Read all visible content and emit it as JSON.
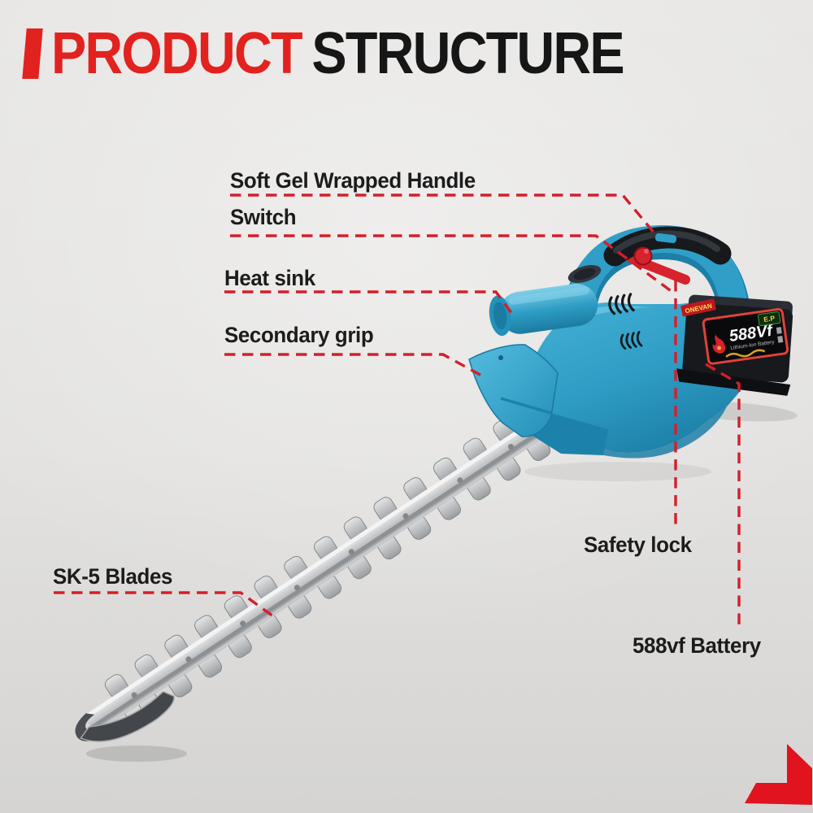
{
  "title": {
    "red_word": "PRODUCT",
    "black_word": "STRUCTURE"
  },
  "callouts": [
    {
      "id": "soft-gel-wrapped-handle",
      "label": "Soft Gel Wrapped Handle"
    },
    {
      "id": "switch",
      "label": "Switch"
    },
    {
      "id": "heat-sink",
      "label": "Heat sink"
    },
    {
      "id": "secondary-grip",
      "label": "Secondary grip"
    },
    {
      "id": "sk5-blades",
      "label": "SK-5 Blades"
    },
    {
      "id": "safety-lock",
      "label": "Safety lock"
    },
    {
      "id": "battery",
      "label": "588vf Battery"
    }
  ],
  "product": {
    "brand_sticker": "ONEVAN",
    "battery_label": {
      "voltage": "588Vf",
      "chemistry": "Lithium-Ion Battery",
      "badge": "E.P"
    }
  },
  "colors": {
    "accent_red": "#d2202b",
    "title_red": "#e2221f",
    "body_blue": "#2e9dc5",
    "body_blue_dark": "#1d7fa7",
    "grip_black": "#17191c",
    "background": "#e3e2e0"
  }
}
